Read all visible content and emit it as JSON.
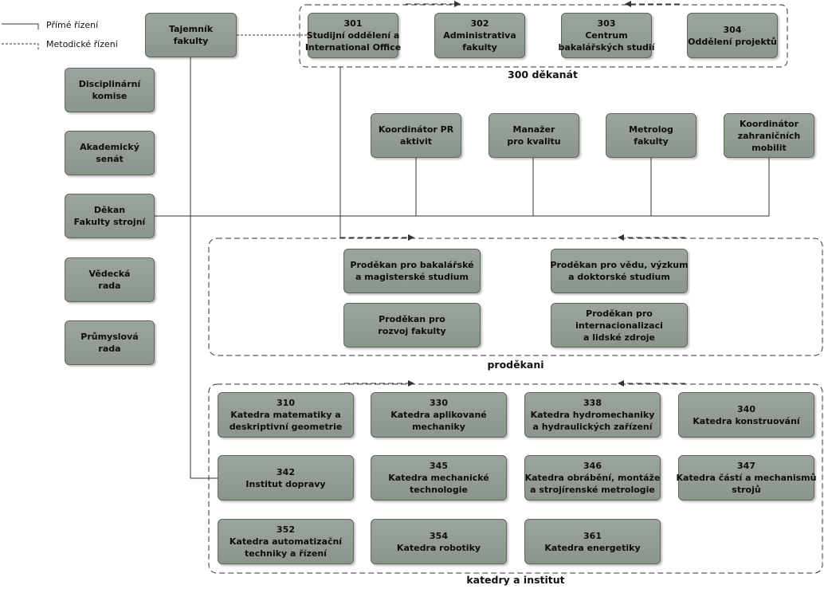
{
  "legend": {
    "direct": "Přímé řízení",
    "methodical": "Metodické řízení"
  },
  "left_column": {
    "secretary": [
      "Tajemník",
      "fakulty"
    ],
    "disciplinary": [
      "Disciplinární",
      "komise"
    ],
    "senate": [
      "Akademický",
      "senát"
    ],
    "dean": [
      "Děkan",
      "Fakulty strojní"
    ],
    "scientific": [
      "Vědecká",
      "rada"
    ],
    "industrial": [
      "Průmyslová",
      "rada"
    ]
  },
  "deanat": {
    "label": "300 děkanát",
    "units": [
      [
        "301",
        "Studijní oddělení a",
        "International Office"
      ],
      [
        "302",
        "Administrativa",
        "fakulty"
      ],
      [
        "303",
        "Centrum",
        "bakalářských studií"
      ],
      [
        "304",
        "Oddělení projektů"
      ]
    ]
  },
  "coordinators": [
    [
      "Koordinátor PR",
      "aktivit"
    ],
    [
      "Manažer",
      "pro kvalitu"
    ],
    [
      "Metrolog",
      "fakulty"
    ],
    [
      "Koordinátor",
      "zahraničních",
      "mobilit"
    ]
  ],
  "vice_deans": {
    "label": "proděkani",
    "items": [
      [
        "Proděkan pro bakalářské",
        "a magisterské studium"
      ],
      [
        "Proděkan pro vědu, výzkum",
        "a doktorské studium"
      ],
      [
        "Proděkan pro",
        "rozvoj fakulty"
      ],
      [
        "Proděkan pro",
        "internacionalizaci",
        "a lidské zdroje"
      ]
    ]
  },
  "departments": {
    "label": "katedry a institut",
    "items": [
      [
        "310",
        "Katedra matematiky a",
        "deskriptivní geometrie"
      ],
      [
        "330",
        "Katedra aplikované",
        "mechaniky"
      ],
      [
        "338",
        "Katedra hydromechaniky",
        "a hydraulických zařízení"
      ],
      [
        "340",
        "Katedra konstruování"
      ],
      [
        "342",
        "Institut dopravy"
      ],
      [
        "345",
        "Katedra mechanické",
        "technologie"
      ],
      [
        "346",
        "Katedra obrábění, montáže",
        "a strojírenské metrologie"
      ],
      [
        "347",
        "Katedra částí a mechanismů",
        "strojů"
      ],
      [
        "352",
        "Katedra automatizační",
        "techniky a řízení"
      ],
      [
        "354",
        "Katedra robotiky"
      ],
      [
        "361",
        "Katedra energetiky"
      ]
    ]
  }
}
